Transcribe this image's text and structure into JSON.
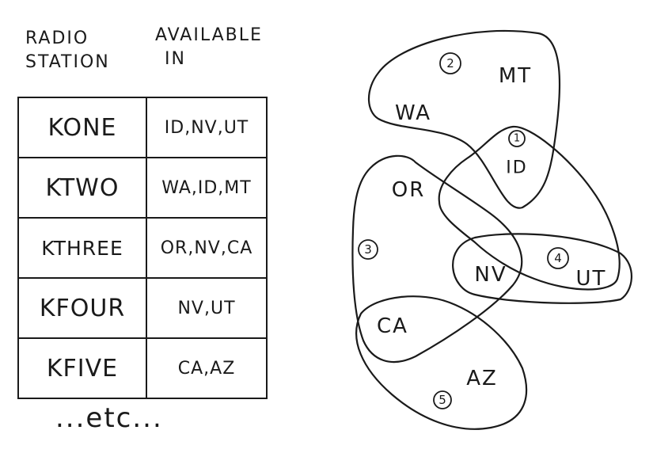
{
  "header": {
    "station_line1": "RADIO",
    "station_line2": "STATION",
    "available_line1": "AVAILABLE",
    "available_line2": "IN"
  },
  "rows": [
    {
      "station": "KONE",
      "states": "ID,NV,UT"
    },
    {
      "station": "KTWO",
      "states": "WA,ID,MT"
    },
    {
      "station": "KTHREE",
      "states": "OR,NV,CA"
    },
    {
      "station": "KFOUR",
      "states": "NV,UT"
    },
    {
      "station": "KFIVE",
      "states": "CA,AZ"
    }
  ],
  "footer": "...etc...",
  "diagram": {
    "states": {
      "MT": "MT",
      "WA": "WA",
      "ID": "ID",
      "OR": "OR",
      "NV": "NV",
      "UT": "UT",
      "CA": "CA",
      "AZ": "AZ"
    },
    "region_numbers": {
      "r1": "1",
      "r2": "2",
      "r3": "3",
      "r4": "4",
      "r5": "5"
    }
  }
}
